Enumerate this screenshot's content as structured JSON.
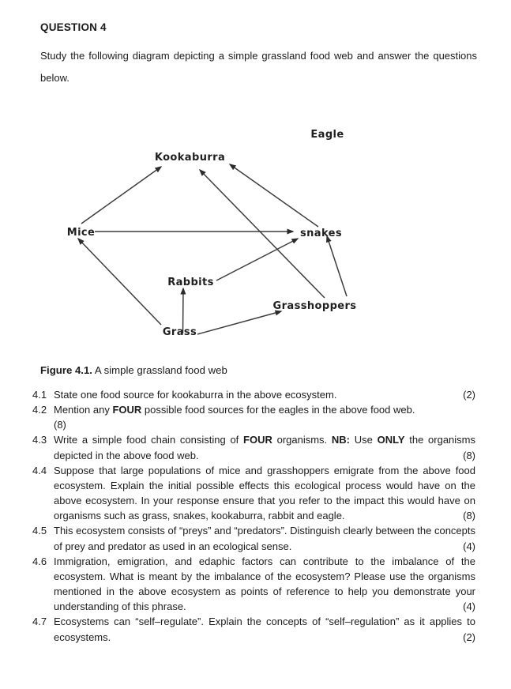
{
  "page": {
    "header": "QUESTION 4",
    "intro": "Study the following diagram depicting a simple grassland food web and answer the questions below."
  },
  "figure": {
    "caption_bold": "Figure 4.1.",
    "caption_rest": " A simple grassland food web"
  },
  "diagram": {
    "nodes": {
      "eagle": {
        "label": "Eagle"
      },
      "kookaburra": {
        "label": "Kookaburra"
      },
      "mice": {
        "label": "Mice"
      },
      "snakes": {
        "label": "snakes"
      },
      "rabbits": {
        "label": "Rabbits"
      },
      "grasshoppers": {
        "label": "Grasshoppers"
      },
      "grass": {
        "label": "Grass"
      }
    },
    "edges": [
      {
        "from": "mice",
        "to": "kookaburra"
      },
      {
        "from": "grasshoppers",
        "to": "kookaburra"
      },
      {
        "from": "snakes",
        "to": "kookaburra"
      },
      {
        "from": "mice",
        "to": "snakes"
      },
      {
        "from": "rabbits",
        "to": "snakes"
      },
      {
        "from": "grasshoppers",
        "to": "snakes"
      },
      {
        "from": "grass",
        "to": "mice"
      },
      {
        "from": "grass",
        "to": "rabbits"
      },
      {
        "from": "grass",
        "to": "grasshoppers"
      }
    ]
  },
  "questions": [
    {
      "num": "4.1",
      "marks": "(2)",
      "marks_own_line": false,
      "segments": [
        {
          "text": "State one food source for kookaburra in the above ecosystem.",
          "bold": false
        }
      ]
    },
    {
      "num": "4.2",
      "marks": "(8)",
      "marks_own_line": true,
      "segments": [
        {
          "text": "Mention any ",
          "bold": false
        },
        {
          "text": "FOUR",
          "bold": true
        },
        {
          "text": " possible food sources for the eagles in the above food web.",
          "bold": false
        }
      ]
    },
    {
      "num": "4.3",
      "marks": "(8)",
      "marks_own_line": false,
      "segments": [
        {
          "text": "Write a simple food chain consisting of ",
          "bold": false
        },
        {
          "text": "FOUR",
          "bold": true
        },
        {
          "text": " organisms. ",
          "bold": false
        },
        {
          "text": "NB:",
          "bold": true
        },
        {
          "text": " Use ",
          "bold": false
        },
        {
          "text": "ONLY",
          "bold": true
        },
        {
          "text": " the organisms depicted in the above food web.",
          "bold": false
        }
      ]
    },
    {
      "num": "4.4",
      "marks": "(8)",
      "marks_own_line": false,
      "segments": [
        {
          "text": "Suppose that large populations of mice and grasshoppers emigrate from the above food ecosystem. Explain the initial possible effects this ecological process would have on the above ecosystem. In your response ensure that you refer to the impact this would have on organisms such as grass, snakes, kookaburra, rabbit and eagle.",
          "bold": false
        }
      ]
    },
    {
      "num": "4.5",
      "marks": "(4)",
      "marks_own_line": false,
      "segments": [
        {
          "text": "This ecosystem consists of “preys” and “predators”. Distinguish clearly between the concepts of prey and predator as used in an ecological sense.",
          "bold": false
        }
      ]
    },
    {
      "num": "4.6",
      "marks": "(4)",
      "marks_own_line": false,
      "segments": [
        {
          "text": "Immigration, emigration, and edaphic factors can contribute to the imbalance of the ecosystem. What is meant by the imbalance of the ecosystem? Please use the organisms mentioned in the above ecosystem as points of reference to help you demonstrate your understanding of this phrase.",
          "bold": false
        }
      ]
    },
    {
      "num": "4.7",
      "marks": "(2)",
      "marks_own_line": false,
      "segments": [
        {
          "text": "Ecosystems can “self–regulate”. Explain the concepts of “self–regulation” as it applies to ecosystems.",
          "bold": false
        }
      ]
    }
  ]
}
